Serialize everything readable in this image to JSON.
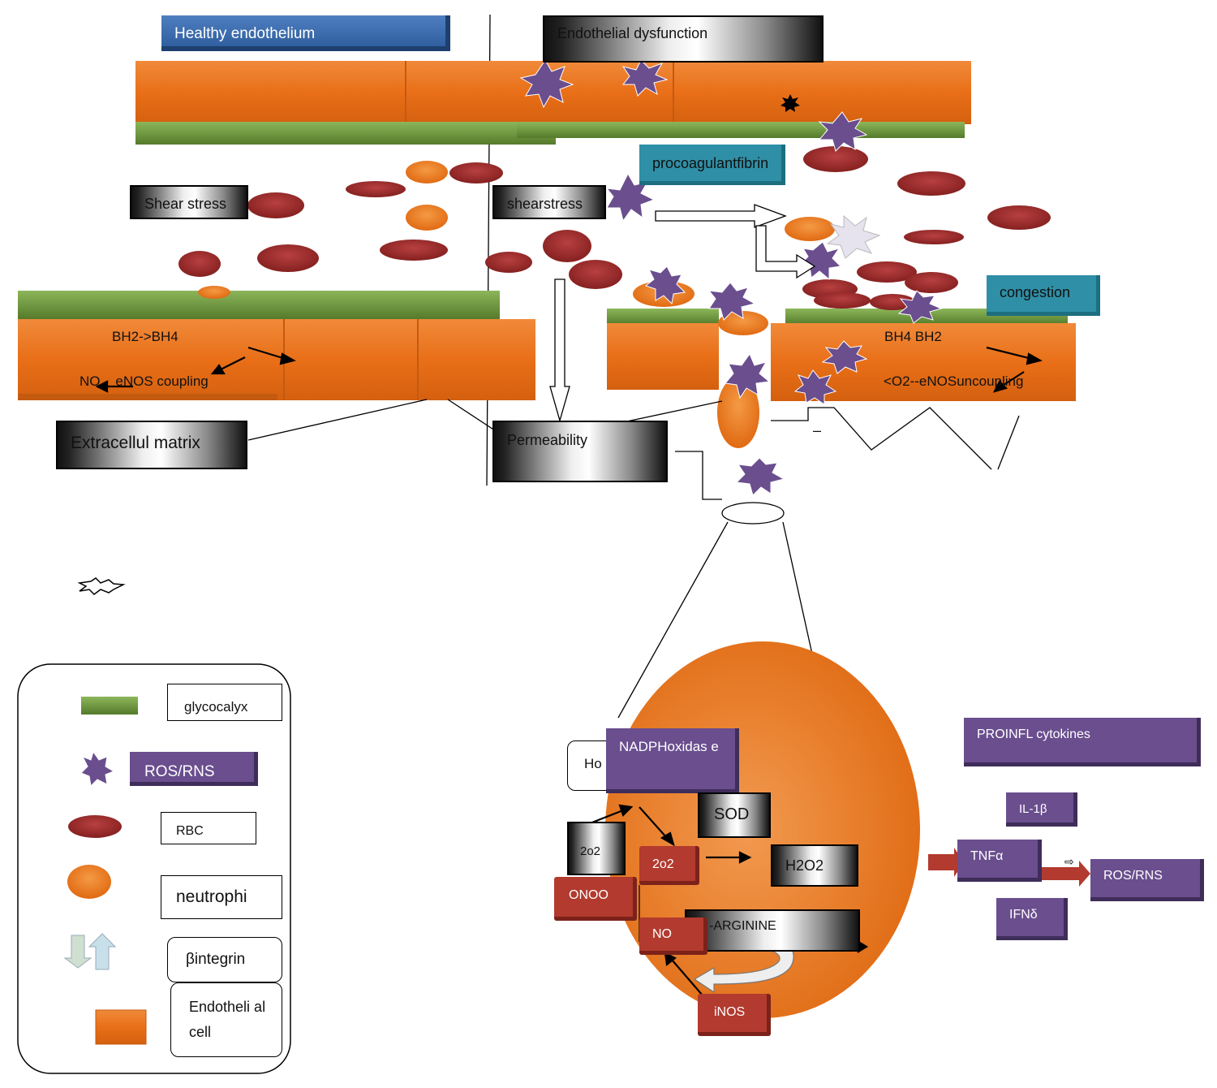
{
  "labels": {
    "healthy": "Healthy endothelium",
    "dysfunction": "Endothelial dysfunction",
    "shear_left": "Shear stress",
    "shear_right": "shearstress",
    "procoag": "procoagulantfibrin",
    "congestion": "congestion",
    "bh2_bh4": "BH2->BH4",
    "no_coupling": "NO    eNOS coupling",
    "bh4_bh2": "BH4\u0011 BH2",
    "o2_uncoupling": "<O2--eNOSuncoupling",
    "ecm": "Extracellul matrix",
    "permeability": "Permeability",
    "dash": "–"
  },
  "cell": {
    "ho": "Ho",
    "nadph": "NADPHoxidas e",
    "sod": "SOD",
    "o2_left": "2o2",
    "o2_mid": "2o2",
    "h2o2": "H2O2",
    "onoo": "ONOO",
    "arginine": "-ARGININE",
    "no": "NO",
    "inos": "iNOS"
  },
  "cytokines": {
    "title": "PROINFL cytokines",
    "il1b": "IL-1β",
    "tnfa": "TNFα",
    "ros": "ROS/RNS",
    "ifnd": "IFNδ",
    "small_arrow": "⇨"
  },
  "legend": {
    "glycocalyx": "glycocalyx",
    "ros": "ROS/RNS",
    "rbc": "RBC",
    "neutrophil": "neutrophi",
    "integrin": "βintegrin",
    "endothelial": "Endotheli al cell"
  },
  "colors": {
    "endothelium": "#e5701c",
    "glycocalyx": "#6f9a3c",
    "rbc": "#9b2a2a",
    "ros": "#6a4e8e",
    "cell": "#e8781f"
  }
}
